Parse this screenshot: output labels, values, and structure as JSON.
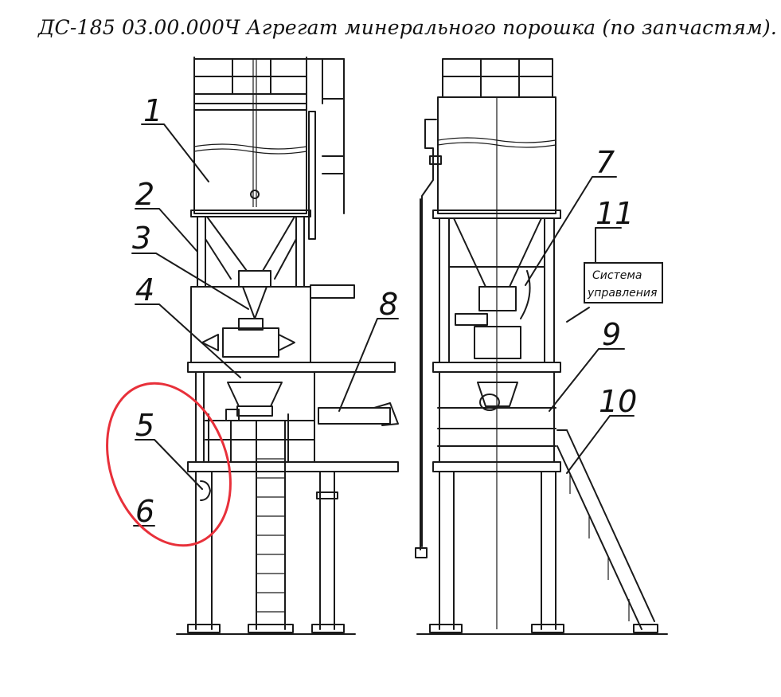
{
  "title": "ДС-185  03.00.000Ч Агрегат минерального порошка (по запчастям).",
  "callouts": {
    "c1": "1",
    "c2": "2",
    "c3": "3",
    "c4": "4",
    "c5": "5",
    "c6": "6",
    "c7": "7",
    "c8": "8",
    "c9": "9",
    "c10": "10",
    "c11": "11"
  },
  "control_box": {
    "line1": "Система",
    "line2": "управления"
  },
  "colors": {
    "line": "#1a1a1a",
    "highlight": "#e8303a",
    "background": "#ffffff"
  },
  "highlight_marks": [
    "5",
    "6"
  ]
}
